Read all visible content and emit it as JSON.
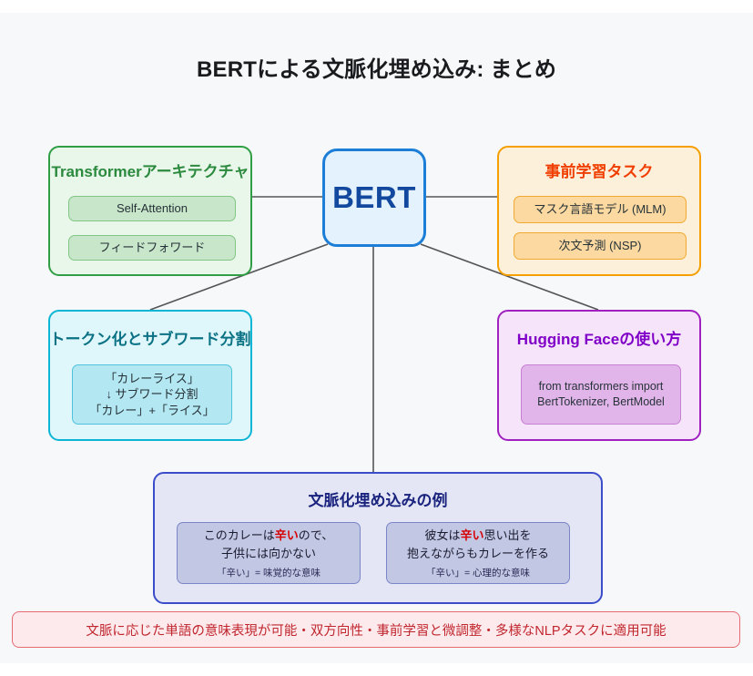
{
  "page": {
    "title": "BERTによる文脈化埋め込み: まとめ",
    "canvas_bg": "#f7f8fa"
  },
  "center": {
    "label": "BERT",
    "border_color": "#1c7ed6",
    "fill_color": "#e3f2fd",
    "text_color": "#12489e"
  },
  "boxes": {
    "transformer": {
      "title": "Transformerアーキテクチャ",
      "border_color": "#2f9e44",
      "fill_color": "#e9f6ea",
      "title_color": "#2b8a3e",
      "items": [
        {
          "label": "Self-Attention"
        },
        {
          "label": "フィードフォワード"
        }
      ]
    },
    "pretrain": {
      "title": "事前学習タスク",
      "border_color": "#f59f00",
      "fill_color": "#fdf0db",
      "title_color": "#f03e00",
      "items": [
        {
          "label": "マスク言語モデル (MLM)"
        },
        {
          "label": "次文予測 (NSP)"
        }
      ]
    },
    "tokenization": {
      "title": "トークン化とサブワード分割",
      "border_color": "#0bb6d4",
      "fill_color": "#dff6fa",
      "title_color": "#0b7285",
      "lines": [
        "「カレーライス」",
        "↓ サブワード分割",
        "「カレー」+「ライス」"
      ]
    },
    "huggingface": {
      "title": "Hugging Faceの使い方",
      "border_color": "#a020c0",
      "fill_color": "#f6e4fa",
      "title_color": "#8000c8",
      "code_lines": [
        "from transformers import",
        "BertTokenizer, BertModel"
      ]
    },
    "example": {
      "title": "文脈化埋め込みの例",
      "border_color": "#3b4cca",
      "fill_color": "#e4e6f5",
      "title_color": "#1a237e",
      "cards": [
        {
          "line1_before": "このカレーは",
          "highlight": "辛い",
          "line1_after": "ので、",
          "line2": "子供には向かない",
          "note": "「辛い」= 味覚的な意味"
        },
        {
          "line1_before": "彼女は",
          "highlight": "辛い",
          "line1_after": "思い出を",
          "line2": "抱えながらもカレーを作る",
          "note": "「辛い」= 心理的な意味"
        }
      ],
      "highlight_color": "#d60000"
    }
  },
  "banner": {
    "text": "文脈に応じた単語の意味表現が可能・双方向性・事前学習と微調整・多様なNLPタスクに適用可能",
    "border_color": "#e66b72",
    "fill_color": "#fdeaec",
    "text_color": "#c0262e"
  },
  "connectors": {
    "line_color": "#555555",
    "arrow_color": "#2f9e44"
  }
}
